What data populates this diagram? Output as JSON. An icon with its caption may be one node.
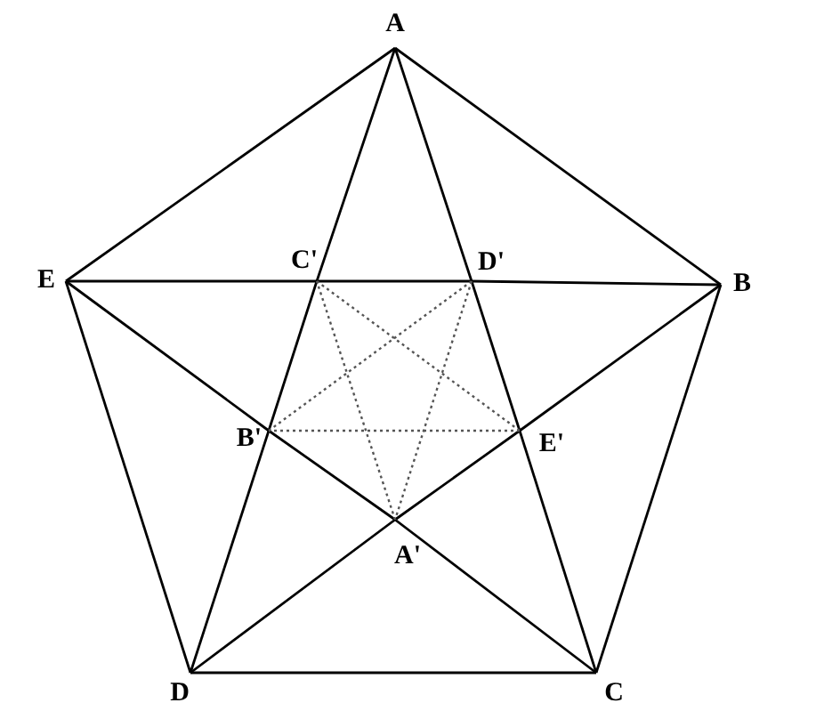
{
  "diagram": {
    "nodes": [
      {
        "text": [
          "A"
        ]
      },
      {
        "text": [
          "E"
        ]
      },
      {
        "text": [
          "C'"
        ]
      },
      {
        "text": [
          "D'"
        ]
      },
      {
        "text": [
          "B"
        ]
      },
      {
        "text": [
          "B'"
        ]
      },
      {
        "text": [
          "E'"
        ]
      },
      {
        "text": [
          "A'"
        ]
      },
      {
        "text": [
          "D"
        ]
      },
      {
        "text": [
          "C"
        ]
      }
    ],
    "edges": [
      {
        "from": 0,
        "to": 4,
        "arrow": "none"
      },
      {
        "from": 4,
        "to": 9,
        "arrow": "none"
      },
      {
        "from": 9,
        "to": 8,
        "arrow": "none"
      },
      {
        "from": 8,
        "to": 1,
        "arrow": "none"
      },
      {
        "from": 1,
        "to": 0,
        "arrow": "none"
      },
      {
        "from": 0,
        "to": 3,
        "arrow": "none"
      },
      {
        "from": 3,
        "to": 6,
        "arrow": "none"
      },
      {
        "from": 6,
        "to": 9,
        "arrow": "none"
      },
      {
        "from": 0,
        "to": 2,
        "arrow": "none"
      },
      {
        "from": 2,
        "to": 5,
        "arrow": "none"
      },
      {
        "from": 5,
        "to": 8,
        "arrow": "none"
      },
      {
        "from": 4,
        "to": 3,
        "arrow": "none"
      },
      {
        "from": 3,
        "to": 2,
        "arrow": "none"
      },
      {
        "from": 2,
        "to": 1,
        "arrow": "none"
      },
      {
        "from": 4,
        "to": 6,
        "arrow": "none"
      },
      {
        "from": 6,
        "to": 7,
        "arrow": "none"
      },
      {
        "from": 7,
        "to": 8,
        "arrow": "none"
      },
      {
        "from": 9,
        "to": 7,
        "arrow": "none"
      },
      {
        "from": 7,
        "to": 5,
        "arrow": "none"
      },
      {
        "from": 5,
        "to": 1,
        "arrow": "none"
      },
      {
        "from": 2,
        "to": 6,
        "arrow": "none",
        "style": "dashed"
      },
      {
        "from": 3,
        "to": 7,
        "arrow": "none",
        "style": "dashed"
      },
      {
        "from": 6,
        "to": 5,
        "arrow": "none",
        "style": "dashed"
      },
      {
        "from": 7,
        "to": 2,
        "arrow": "none",
        "style": "dashed"
      },
      {
        "from": 5,
        "to": 3,
        "arrow": "none",
        "style": "dashed"
      }
    ]
  }
}
